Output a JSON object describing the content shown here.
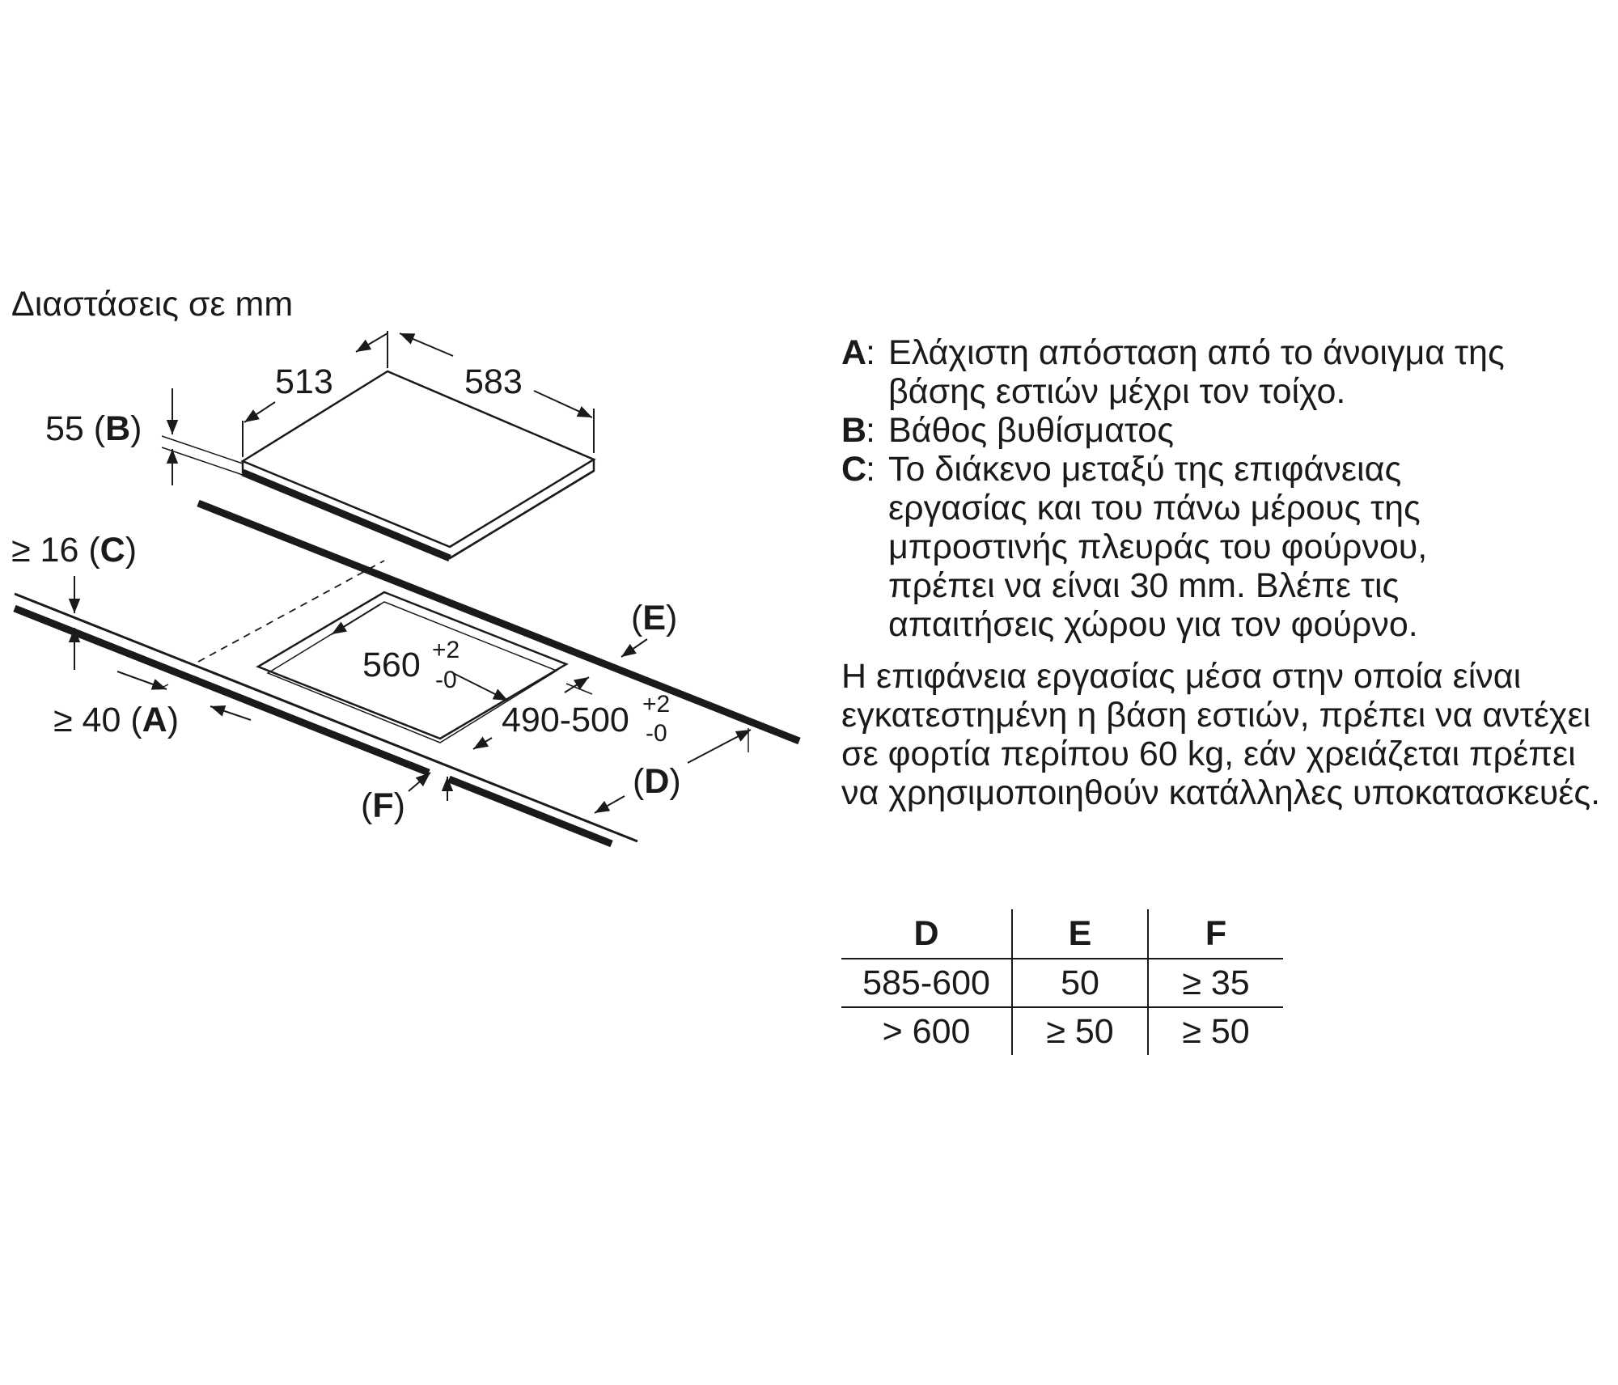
{
  "header": {
    "units_label": "Διαστάσεις σε mm"
  },
  "diagram_labels": {
    "width": "513",
    "depth": "583",
    "depth_b_value": "55 (",
    "depth_b_key": "B",
    "depth_b_close": ")",
    "gap_c_value": "≥ 16 (",
    "gap_c_key": "C",
    "gap_c_close": ")",
    "gap_a_value": "≥ 40 (",
    "gap_a_key": "A",
    "gap_a_close": ")",
    "cutout_width": "560",
    "cutout_width_plus": "+2",
    "cutout_width_minus": "-0",
    "cutout_depth": "490-500",
    "cutout_depth_plus": "+2",
    "cutout_depth_minus": "-0",
    "label_e_open": "(",
    "label_e_key": "E",
    "label_e_close": ")",
    "label_d_open": "(",
    "label_d_key": "D",
    "label_d_close": ")",
    "label_f_open": "(",
    "label_f_key": "F",
    "label_f_close": ")"
  },
  "legend": [
    {
      "key": "A",
      "colon": ":",
      "text": "Ελάχιστη απόσταση από το άνοιγμα της βάσης εστιών μέχρι τον τοίχο."
    },
    {
      "key": "B",
      "colon": ":",
      "text": "Βάθος βυθίσματος"
    },
    {
      "key": "C",
      "colon": ":",
      "text": "Το διάκενο μεταξύ της επιφάνειας εργασίας και του πάνω μέρους της μπροστινής πλευράς του φούρνου, πρέπει να είναι 30 mm. Βλέπε τις απαιτήσεις χώρου για τον φούρνο."
    }
  ],
  "note": "Η επιφάνεια εργασίας μέσα στην οποία είναι εγκατεστημένη η βάση εστιών, πρέπει να αντέχει σε φορτία περίπου 60 kg, εάν χρειάζεται πρέπει να χρησιμοποιηθούν κατάλληλες υποκατασκευές.",
  "table": {
    "headers": [
      "D",
      "E",
      "F"
    ],
    "rows": [
      [
        "585-600",
        "50",
        "≥ 35"
      ],
      [
        "> 600",
        "≥ 50",
        "≥ 50"
      ]
    ]
  }
}
